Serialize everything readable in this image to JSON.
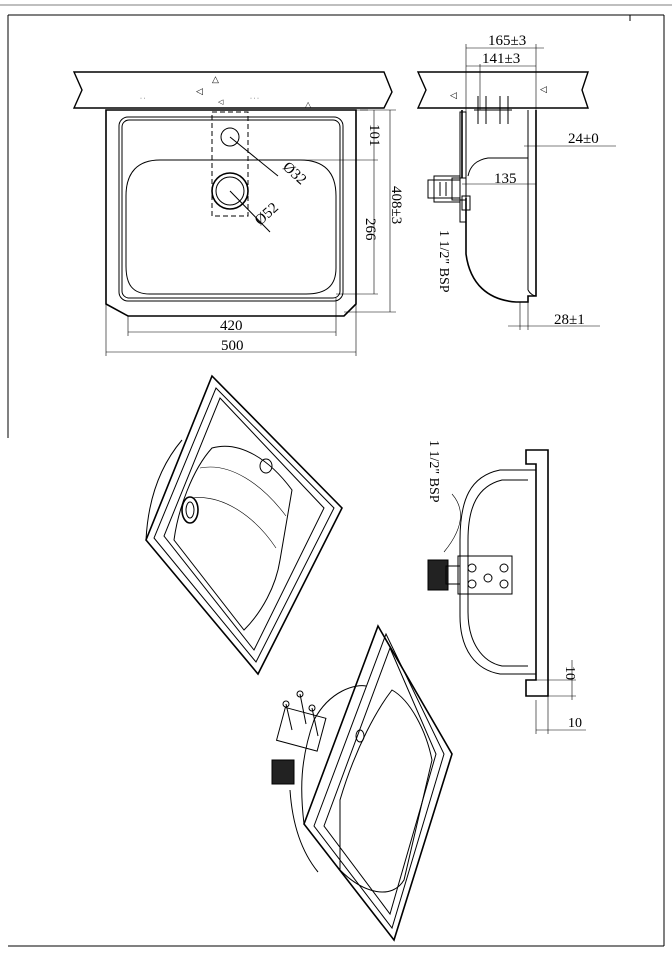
{
  "drawing": {
    "top_view": {
      "dim_width_outer": "500",
      "dim_width_inner": "420",
      "dim_depth_total": "408±3",
      "dim_depth_bowl": "266",
      "dim_tap_offset": "101",
      "dim_tap_hole": "Ø32",
      "dim_waste_hole": "Ø52"
    },
    "side_view": {
      "dim_overall_depth": "165±3",
      "dim_bowl_depth": "141±3",
      "dim_flange_top": "24±0",
      "dim_waste_offset": "135",
      "dim_flange_bottom": "28±1",
      "waste_label": "1 1/2\" BSP"
    },
    "rear_view": {
      "waste_label": "1 1/2\" BSP",
      "dim_flange_height": "10",
      "dim_flange_width": "10"
    }
  }
}
